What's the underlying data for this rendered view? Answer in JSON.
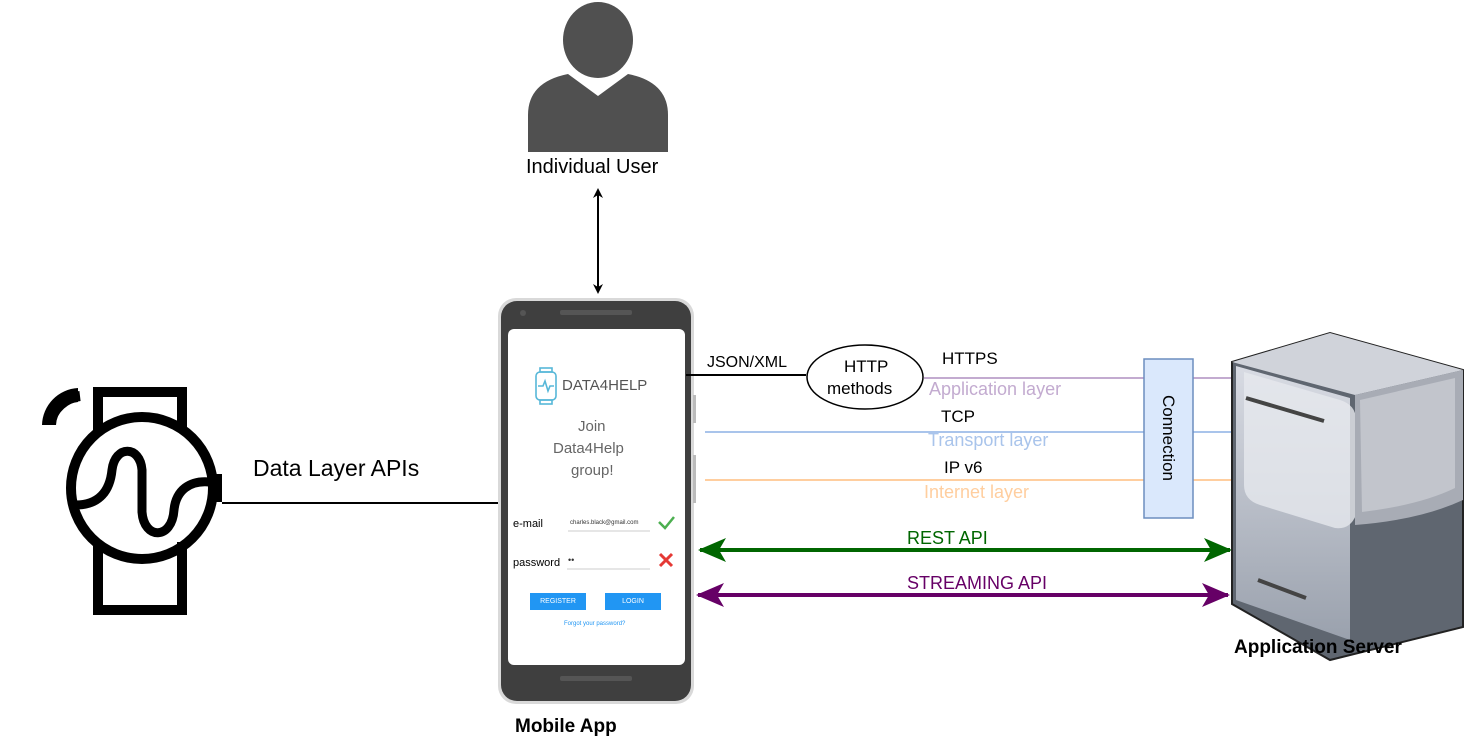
{
  "user": {
    "label": "Individual User",
    "icon": "user-silhouette-icon"
  },
  "watch": {
    "icon": "smartwatch-icon",
    "link_label": "Data Layer APIs"
  },
  "mobile": {
    "caption": "Mobile App",
    "app_name": "DATA4HELP",
    "join_text_1": "Join",
    "join_text_2": "Data4Help",
    "join_text_3": "group!",
    "email_label": "e-mail",
    "email_value": "charles.black@gmail.com",
    "password_label": "password",
    "password_value": "••",
    "register_label": "REGISTER",
    "login_label": "LOGIN",
    "forgot_label": "Forgot your password?"
  },
  "protocol": {
    "json_xml": "JSON/XML",
    "http_methods_1": "HTTP",
    "http_methods_2": "methods",
    "https": "HTTPS",
    "application_layer": "Application layer",
    "tcp": "TCP",
    "transport_layer": "Transport layer",
    "ipv6": "IP v6",
    "internet_layer": "Internet layer",
    "connection": "Connection"
  },
  "apis": {
    "rest": "REST API",
    "streaming": "STREAMING API"
  },
  "server": {
    "caption": "Application Server",
    "icon": "server-tower-icon"
  },
  "colors": {
    "application_layer": "#c3abd0",
    "transport_layer": "#a9c4eb",
    "internet_layer": "#ffce9f",
    "rest": "#006600",
    "streaming": "#660066",
    "connection_fill": "#dae8fc",
    "connection_stroke": "#6c8ebf",
    "app_blue": "#2196f3"
  }
}
